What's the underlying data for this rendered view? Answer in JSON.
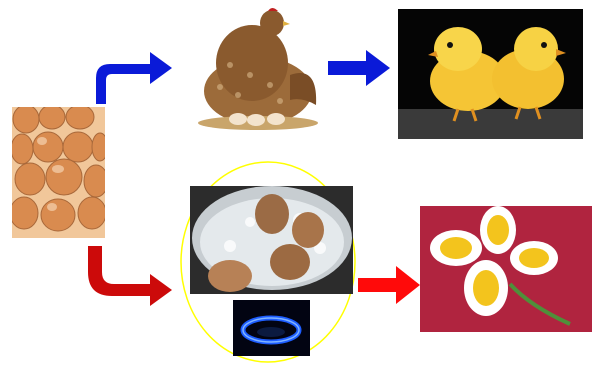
{
  "diagram": {
    "nodes": [
      {
        "id": "eggs",
        "icon": "eggs-carton-photo"
      },
      {
        "id": "hen",
        "icon": "hen-on-nest-photo"
      },
      {
        "id": "chicks",
        "icon": "two-chicks-photo"
      },
      {
        "id": "boiling",
        "icon": "boiling-eggs-pot-photo"
      },
      {
        "id": "flame",
        "icon": "gas-burner-flame-photo"
      },
      {
        "id": "sliced",
        "icon": "sliced-boiled-eggs-photo"
      }
    ],
    "edges": [
      {
        "from": "eggs",
        "to": "hen",
        "color": "#0a1ad8"
      },
      {
        "from": "hen",
        "to": "chicks",
        "color": "#0a1ad8"
      },
      {
        "from": "eggs",
        "to": "boiling",
        "color": "#cc0a0a"
      },
      {
        "from": "boiling",
        "to": "sliced",
        "color": "#ff0a0a"
      }
    ],
    "highlight_color": "#ffff00"
  }
}
